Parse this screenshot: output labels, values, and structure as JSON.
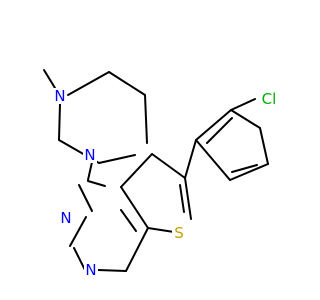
{
  "colors": {
    "bond": "#000000",
    "nitrogen": "#0000ff",
    "sulfur": "#c8a000",
    "chlorine": "#00b000",
    "background": "#ffffff"
  },
  "atoms": [
    {
      "id": "n-methyl-piperazine",
      "label": "N",
      "element": "N"
    },
    {
      "id": "n-piperazine-aryl",
      "label": "N",
      "element": "N"
    },
    {
      "id": "n-pyrimidine-3",
      "label": "N",
      "element": "N"
    },
    {
      "id": "n-pyrimidine-1",
      "label": "N",
      "element": "N"
    },
    {
      "id": "s-thiophene",
      "label": "S",
      "element": "S"
    },
    {
      "id": "cl-substituent",
      "label": "Cl",
      "element": "Cl"
    }
  ]
}
